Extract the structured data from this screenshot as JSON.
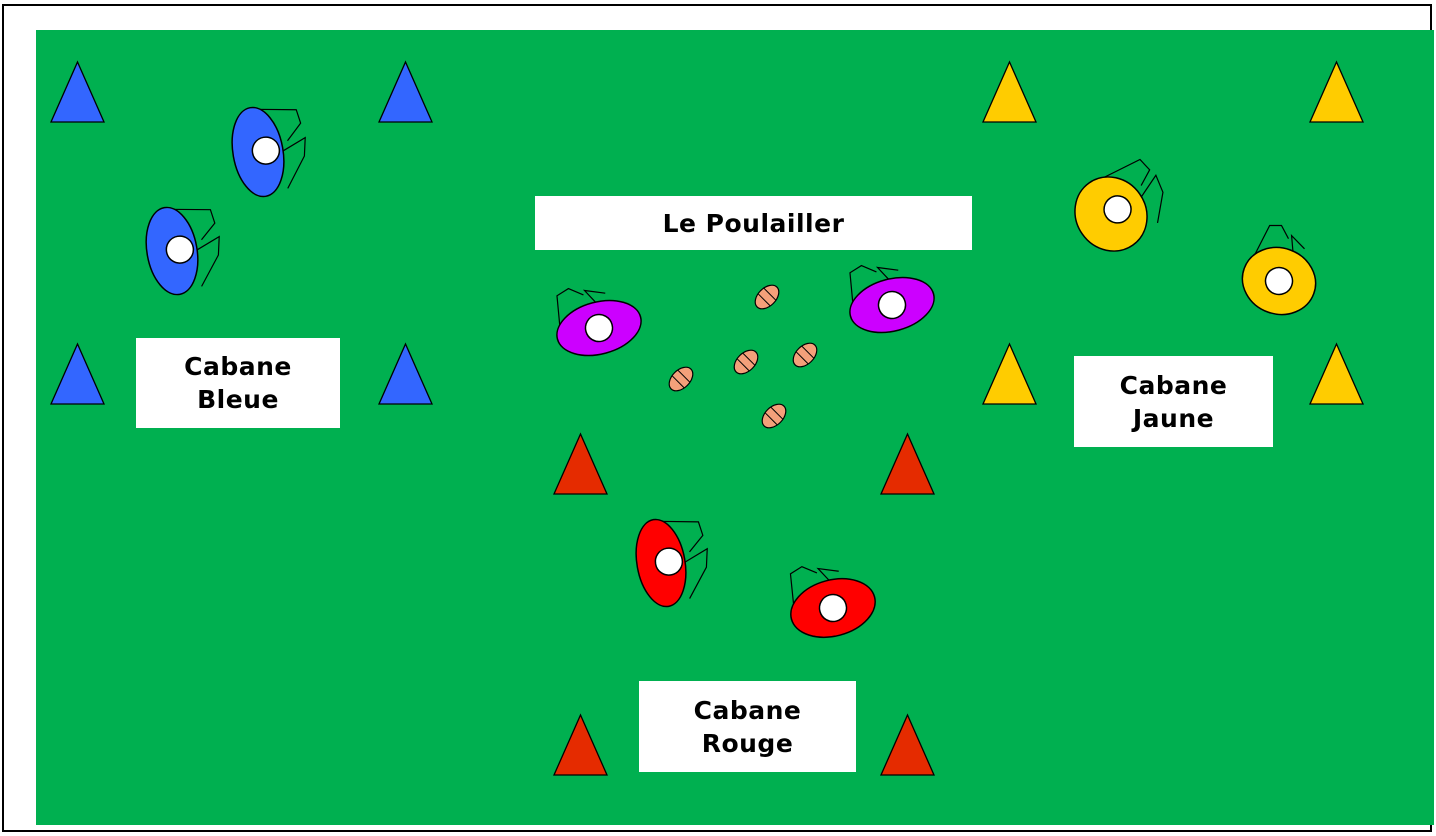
{
  "field": {
    "color": "#00B050"
  },
  "zones": {
    "poulailler": "Le Poulailler",
    "blue": "Cabane\nBleue",
    "yellow": "Cabane\nJaune",
    "red": "Cabane\nRouge"
  },
  "colors": {
    "blue": "#3366FF",
    "yellow": "#FFCC00",
    "red": "#E52B00",
    "red_player": "#FF0000",
    "purple": "#CC00FF",
    "ball": "#F4A07A"
  },
  "icons": {
    "cone": "triangle-cone-icon",
    "player": "player-top-view-icon",
    "ball": "rugby-ball-icon"
  }
}
